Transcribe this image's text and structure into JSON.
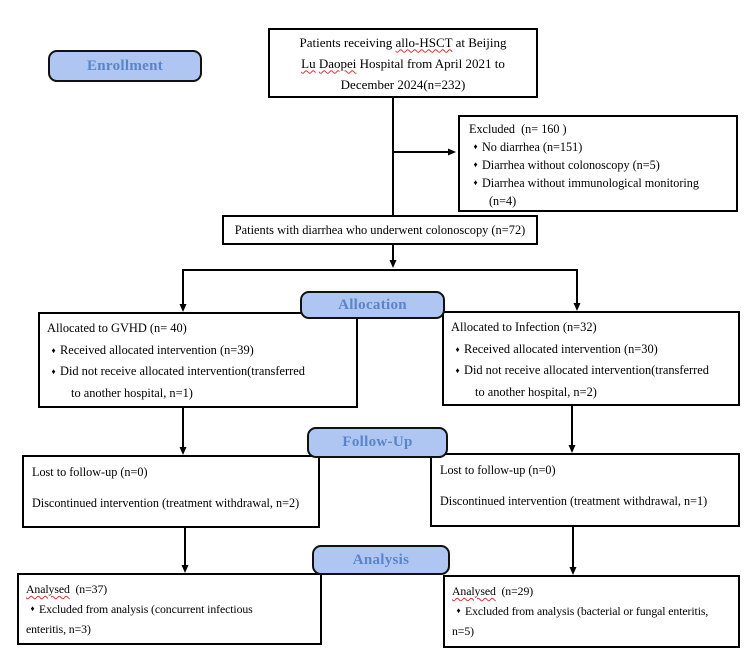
{
  "colors": {
    "badge_fill": "#aec6f1",
    "badge_text": "#5b84c8",
    "box_border": "#000000",
    "spellcheck_underline": "#e03030"
  },
  "glyphs": {
    "bullet": "♦"
  },
  "stages": {
    "enrollment": "Enrollment",
    "allocation": "Allocation",
    "followup": "Follow-Up",
    "analysis": "Analysis"
  },
  "boxes": {
    "source": {
      "line1_pre": "Patients receiving ",
      "line1_term": "allo-HSCT",
      "line1_post": " at Beijing",
      "line2_term1": "Lu",
      "line2_space": " ",
      "line2_term2": "Daopei",
      "line2_post": " Hospital from April 2021 to",
      "line3": "December 2024(n=232)"
    },
    "excluded": {
      "title": "Excluded  (n= 160 )",
      "bullet1": "No diarrhea (n=151)",
      "bullet2": "Diarrhea without colonoscopy (n=5)",
      "bullet3": "Diarrhea without immunological monitoring",
      "bullet3_cont": "(n=4)"
    },
    "colonoscopy": {
      "text": "Patients with diarrhea who underwent colonoscopy (n=72)"
    },
    "alloc_gvhd": {
      "title": "Allocated to GVHD (n= 40)",
      "bullet1": "Received allocated intervention (n=39)",
      "bullet2": "Did not receive allocated intervention(transferred",
      "bullet2_cont": "to another hospital, n=1)"
    },
    "alloc_infection": {
      "title": "Allocated to Infection (n=32)",
      "bullet1": "Received allocated intervention (n=30)",
      "bullet2": "Did not receive allocated intervention(transferred",
      "bullet2_cont": "to another hospital, n=2)"
    },
    "followup_gvhd": {
      "line1": "Lost to follow-up (n=0)",
      "line2": "Discontinued intervention (treatment withdrawal, n=2)"
    },
    "followup_infection": {
      "line1": "Lost to follow-up (n=0)",
      "line2": "Discontinued intervention (treatment withdrawal, n=1)"
    },
    "analysis_gvhd": {
      "title_term": "Analysed",
      "title_rest": "  (n=37)",
      "bullet": "Excluded from analysis (concurrent infectious",
      "bullet_cont": "enteritis, n=3)"
    },
    "analysis_infection": {
      "title_term": "Analysed",
      "title_rest": "  (n=29)",
      "bullet": "Excluded from analysis (bacterial or fungal enteritis,",
      "bullet_cont": "n=5)"
    }
  }
}
